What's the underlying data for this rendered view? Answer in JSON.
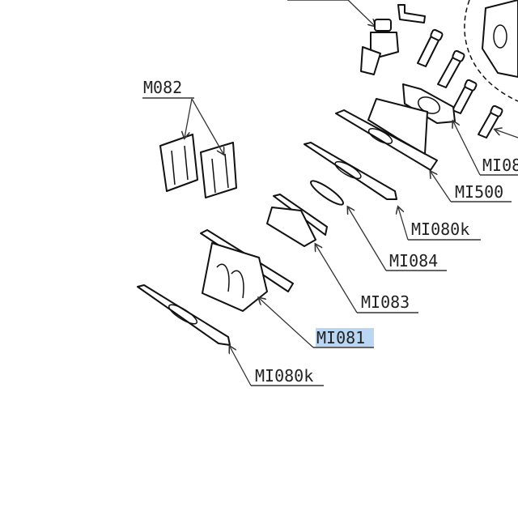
{
  "diagram": {
    "labels": {
      "m082": "M082",
      "mi08_cut": "MI08",
      "mi500": "MI500",
      "mi080k_top": "MI080k",
      "mi084": "MI084",
      "mi083": "MI083",
      "mi081": "MI081",
      "mi080k_bottom": "MI080k"
    },
    "highlight_color": "#b9d7f2"
  }
}
